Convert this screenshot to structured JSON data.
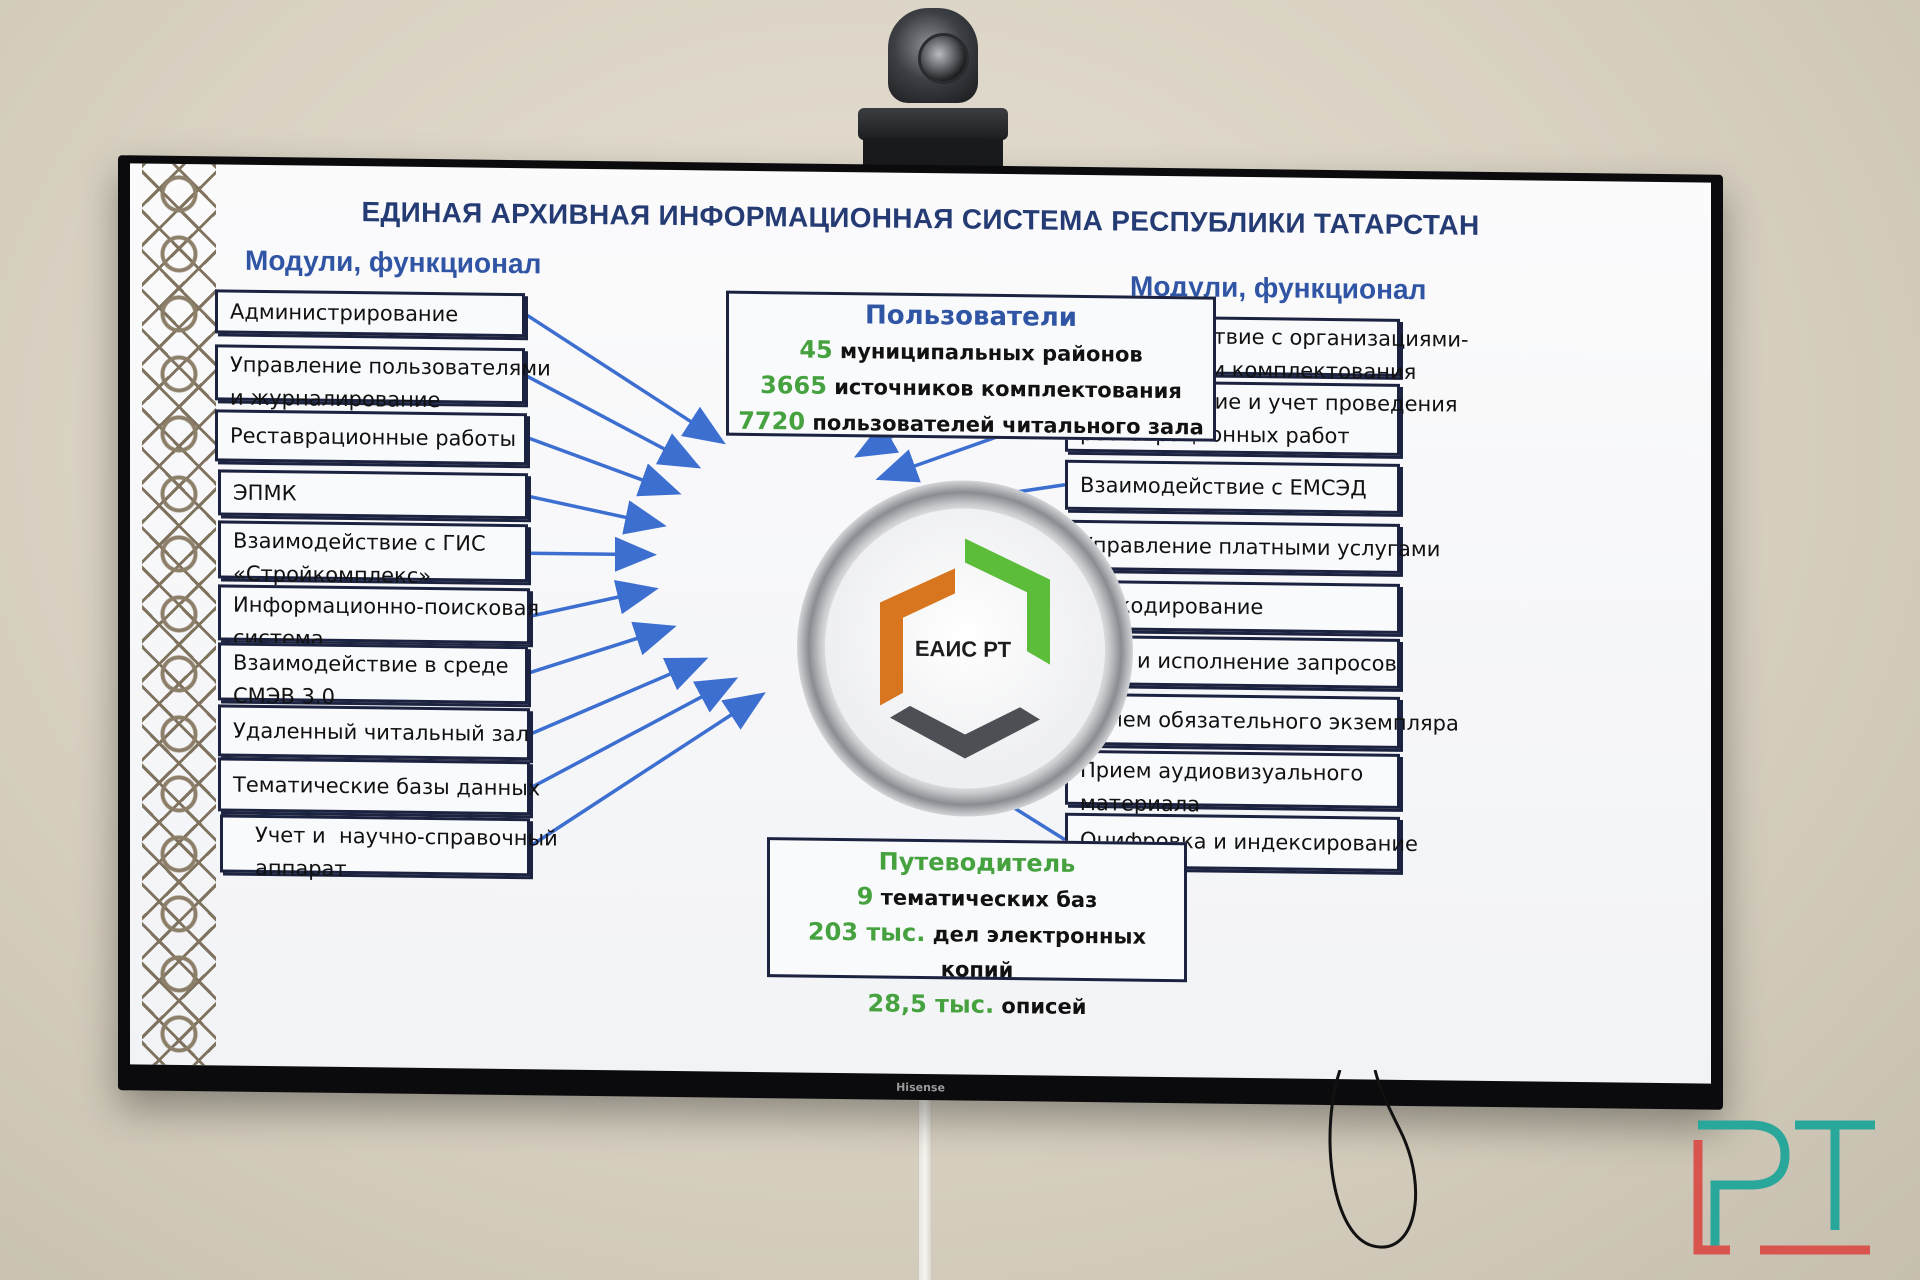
{
  "slide": {
    "title": "ЕДИНАЯ АРХИВНАЯ ИНФОРМАЦИОННАЯ СИСТЕМА РЕСПУБЛИКИ ТАТАРСТАН",
    "left_heading": "Модули, функционал",
    "right_heading": "Модули, функционал",
    "left_modules": [
      [
        "Администрирование"
      ],
      [
        "Управление пользователями",
        "и журналирование"
      ],
      [
        "Реставрационные работы"
      ],
      [
        "ЭПМК"
      ],
      [
        "Взаимодействие с ГИС",
        "«Стройкомплекс»"
      ],
      [
        "Информационно-поисковая",
        "система"
      ],
      [
        "Взаимодействие в среде",
        "СМЭВ 3.0"
      ],
      [
        "Удаленный читальный зал"
      ],
      [
        "Тематические базы данных"
      ],
      [
        "   Учет и  научно-справочный",
        "   аппарат"
      ]
    ],
    "right_modules": [
      [
        "Взаимодействие с организациями-",
        "источниками комплектования"
      ],
      [
        "Планирование и учет проведения",
        "реставрационных работ"
      ],
      [
        "Взаимодействие с ЕМСЭД"
      ],
      [
        "Управление платными услугами"
      ],
      [
        "QR-кодирование"
      ],
      [
        "Учет и исполнение запросов"
      ],
      [
        "Прием обязательного экземпляра"
      ],
      [
        "Прием аудиовизуального",
        "материала"
      ],
      [
        "Оцифровка и индексирование"
      ]
    ],
    "users": {
      "heading": "Пользователи",
      "rows": [
        {
          "num": "45",
          "text": " муниципальных районов"
        },
        {
          "num": "3665",
          "text": " источников комплектования"
        },
        {
          "num": "7720",
          "text": " пользователей читального зала"
        }
      ]
    },
    "guide": {
      "heading": "Путеводитель",
      "rows": [
        {
          "num": "9",
          "text": " тематических баз"
        },
        {
          "num": "203 тыс.",
          "text": " дел электронных копий"
        },
        {
          "num": "28,5 тыс.",
          "text": " описей"
        }
      ]
    },
    "center_label": "ЕАИС РТ",
    "tv_brand": "Hisense"
  },
  "colors": {
    "heading_blue": "#2f55a4",
    "number_green": "#46a23f",
    "arrow_blue": "#3d6fd1",
    "box_border": "#1c2340",
    "logo_green": "#5bbd3a",
    "logo_orange": "#d8751f",
    "logo_gray": "#4d4f55",
    "watermark_teal": "#2aa79b",
    "watermark_red": "#d9534f"
  },
  "icons": {
    "center": "eais-hexagon-logo",
    "watermark": "rt-logo"
  }
}
